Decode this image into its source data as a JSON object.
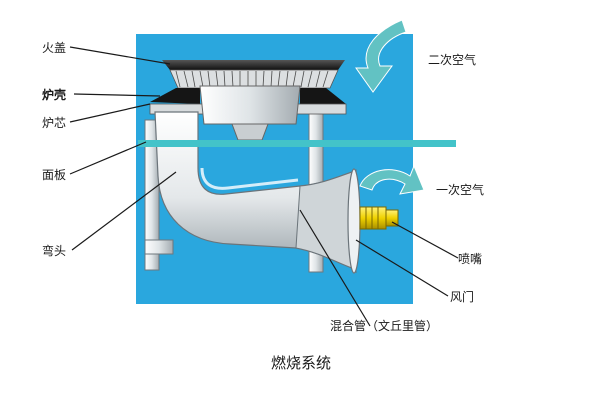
{
  "caption": "燃烧系统",
  "labels": {
    "fire_cover": "火盖",
    "furnace_head": "炉壳",
    "furnace_core": "炉芯",
    "panel": "面板",
    "elbow": "弯头",
    "secondary_air": "二次空气",
    "primary_air": "一次空气",
    "nozzle": "喷嘴",
    "damper": "风门",
    "mixing_tube": "混合管（文丘里管）"
  },
  "colors": {
    "background": "#2aa7de",
    "panel_bar": "#43c3c9",
    "air_arrow": "#62c2c3",
    "nozzle": "#f0d200",
    "metal_dark": "#2b2b2b",
    "metal_light": "#eef1f3",
    "metal_mid": "#b9c0c5"
  }
}
